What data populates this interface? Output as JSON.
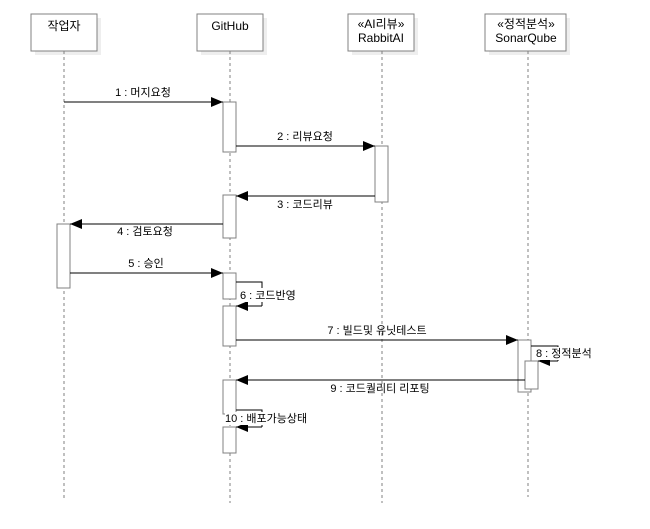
{
  "diagram": {
    "type": "sequence",
    "participants": [
      {
        "id": "actor",
        "stereotype": "",
        "name": "작업자"
      },
      {
        "id": "github",
        "stereotype": "",
        "name": "GitHub"
      },
      {
        "id": "rabbit",
        "stereotype": "«AI리뷰»",
        "name": "RabbitAI"
      },
      {
        "id": "sonar",
        "stereotype": "«정적분석»",
        "name": "SonarQube"
      }
    ],
    "messages": [
      {
        "label": "1 : 머지요청",
        "from": "actor",
        "to": "github"
      },
      {
        "label": "2 : 리뷰요청",
        "from": "github",
        "to": "rabbit"
      },
      {
        "label": "3 : 코드리뷰",
        "from": "rabbit",
        "to": "github"
      },
      {
        "label": "4 : 검토요청",
        "from": "github",
        "to": "actor"
      },
      {
        "label": "5 : 승인",
        "from": "actor",
        "to": "github"
      },
      {
        "label": "6 : 코드반영",
        "from": "github",
        "to": "github"
      },
      {
        "label": "7 : 빌드및 유닛테스트",
        "from": "github",
        "to": "sonar"
      },
      {
        "label": "8 : 정적분석",
        "from": "sonar",
        "to": "sonar"
      },
      {
        "label": "9 : 코드퀄리티 리포팅",
        "from": "sonar",
        "to": "github"
      },
      {
        "label": "10 : 배포가능상태",
        "from": "github",
        "to": "github"
      }
    ],
    "colors": {
      "line": "#000000",
      "box_border": "#808080",
      "shadow": "#eeeeee",
      "lifeline": "#808080"
    }
  }
}
